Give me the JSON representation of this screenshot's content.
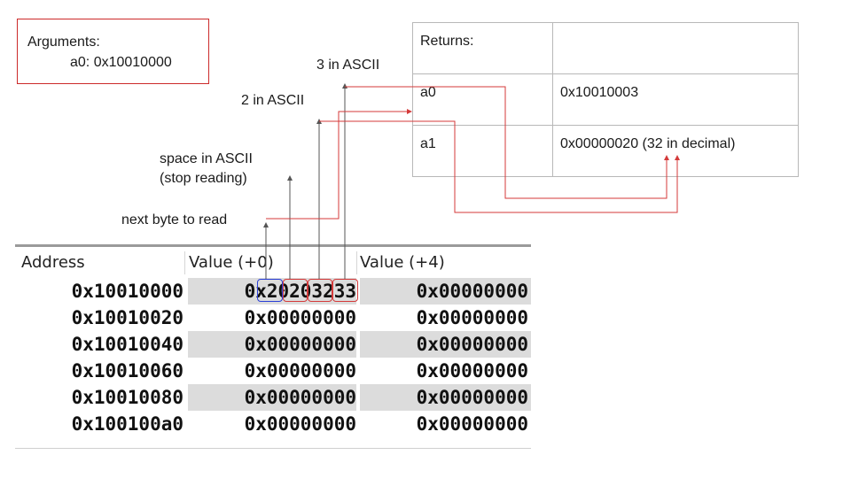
{
  "arguments": {
    "title": "Arguments:",
    "a0": "a0: 0x10010000"
  },
  "returns": {
    "header": "Returns:",
    "rows": [
      {
        "reg": "a0",
        "value": "0x10010003"
      },
      {
        "reg": "a1",
        "value": "0x00000020 (32 in decimal)"
      }
    ]
  },
  "annotations": {
    "ascii_3": "3 in ASCII",
    "ascii_2": "2 in ASCII",
    "space_line1": "space in ASCII",
    "space_line2": "(stop reading)",
    "next_byte": "next byte to read"
  },
  "memory": {
    "headers": {
      "address": "Address",
      "value0": "Value (+0)",
      "value4": "Value (+4)"
    },
    "rows": [
      {
        "address": "0x10010000",
        "value0": "0x20203233",
        "value4": "0x00000000"
      },
      {
        "address": "0x10010020",
        "value0": "0x00000000",
        "value4": "0x00000000"
      },
      {
        "address": "0x10010040",
        "value0": "0x00000000",
        "value4": "0x00000000"
      },
      {
        "address": "0x10010060",
        "value0": "0x00000000",
        "value4": "0x00000000"
      },
      {
        "address": "0x10010080",
        "value0": "0x00000000",
        "value4": "0x00000000"
      },
      {
        "address": "0x100100a0",
        "value0": "0x00000000",
        "value4": "0x00000000"
      }
    ]
  },
  "colors": {
    "red": "#d43a3a",
    "blue": "#2a3fd6",
    "gray_arrow": "#555555",
    "row_shade": "#dcdcdc"
  }
}
